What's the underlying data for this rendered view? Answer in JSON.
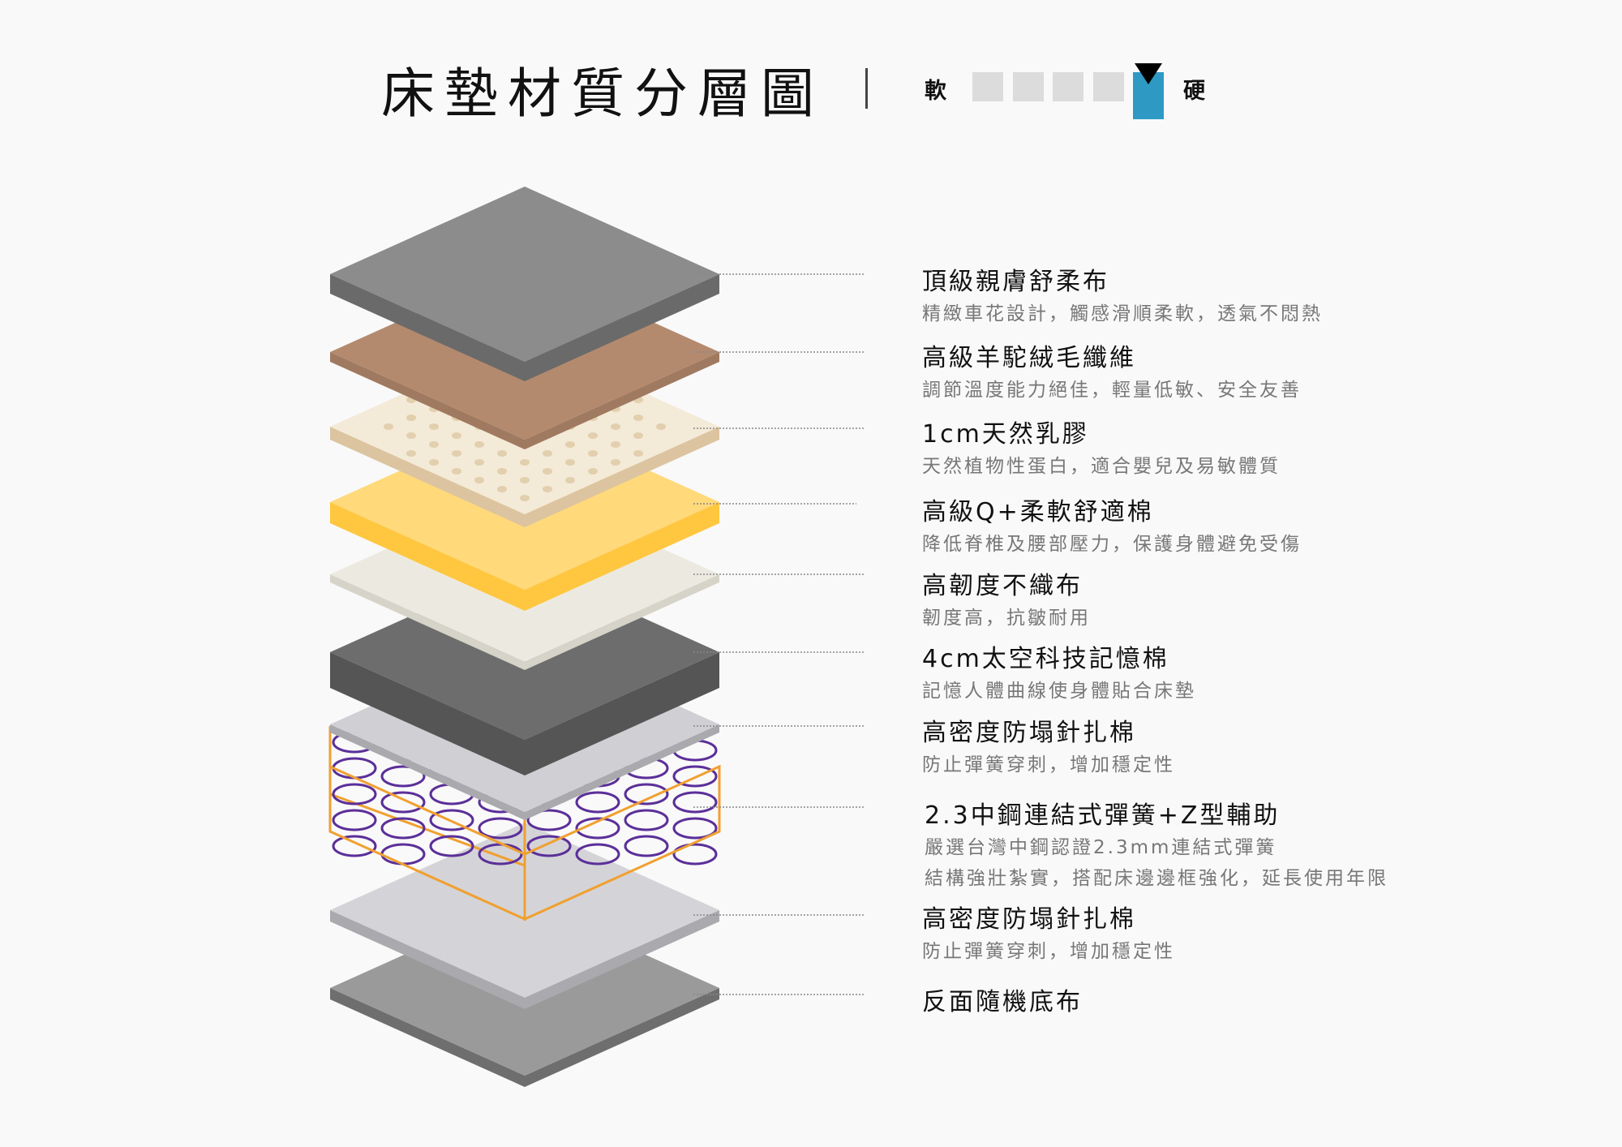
{
  "header": {
    "title": "床墊材質分層圖",
    "firmness": {
      "soft_label": "軟",
      "hard_label": "硬",
      "levels": 5,
      "selected_level": 5,
      "accent": "#2e9ac4",
      "inactive": "#dcdcdc"
    }
  },
  "layers": [
    {
      "title": "頂級親膚舒柔布",
      "desc": [
        "精緻車花設計，觸感滑順柔軟，透氣不悶熱"
      ],
      "top": "#8c8c8c",
      "side": "#6a6a6a"
    },
    {
      "title": "高級羊駝絨毛纖維",
      "desc": [
        "調節溫度能力絕佳，輕量低敏、安全友善"
      ],
      "top": "#b48a6e",
      "side": "#a07a60"
    },
    {
      "title": "1cm天然乳膠",
      "desc": [
        "天然植物性蛋白，適合嬰兒及易敏體質"
      ],
      "top": "#f4ead8",
      "side": "#dcc4a0"
    },
    {
      "title": "高級Q+柔軟舒適棉",
      "desc": [
        "降低脊椎及腰部壓力，保護身體避免受傷"
      ],
      "top": "#ffd97a",
      "side": "#ffc740"
    },
    {
      "title": "高韌度不織布",
      "desc": [
        "韌度高，抗皺耐用"
      ],
      "top": "#eceae0",
      "side": "#d6d4c8"
    },
    {
      "title": "4cm太空科技記憶棉",
      "desc": [
        "記憶人體曲線使身體貼合床墊"
      ],
      "top": "#6d6d6d",
      "side": "#555555"
    },
    {
      "title": "高密度防塌針扎棉",
      "desc": [
        "防止彈簧穿刺，增加穩定性"
      ],
      "top": "#cfcfd4",
      "side": "#a9a9ae"
    },
    {
      "title": "2.3中鋼連結式彈簧+Z型輔助",
      "desc": [
        "嚴選台灣中鋼認證2.3mm連結式彈簧",
        "結構強壯紮實，搭配床邊邊框強化，延長使用年限"
      ],
      "top": "#5b2f99",
      "side": "#f0a030"
    },
    {
      "title": "高密度防塌針扎棉",
      "desc": [
        "防止彈簧穿刺，增加穩定性"
      ],
      "top": "#d4d4d8",
      "side": "#a9a9ae"
    },
    {
      "title": "反面隨機底布",
      "desc": [],
      "top": "#9a9a9a",
      "side": "#6e6e6e"
    }
  ]
}
